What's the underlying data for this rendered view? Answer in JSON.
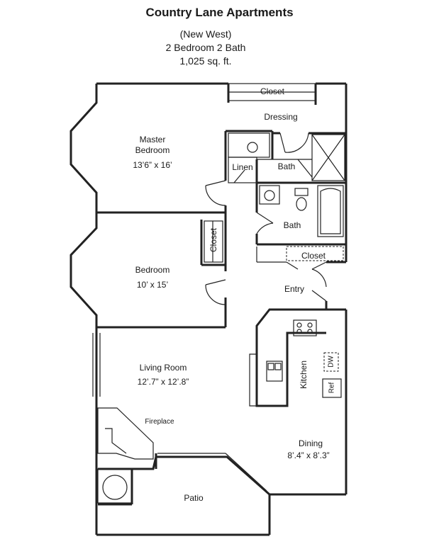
{
  "header": {
    "title": "Country Lane Apartments",
    "model": "(New West)",
    "layout": "2 Bedroom  2 Bath",
    "area": "1,025 sq. ft."
  },
  "rooms": {
    "master_bedroom": {
      "name_line1": "Master",
      "name_line2": "Bedroom",
      "size": "13’6” x 16’"
    },
    "closet_top": "Closet",
    "dressing": "Dressing",
    "bath_top": "Bath",
    "linen": "Linen",
    "bath_mid": "Bath",
    "closet_bedroom": "Closet",
    "bedroom": {
      "name": "Bedroom",
      "size": "10’ x 15’"
    },
    "closet_entry": "Closet",
    "entry": "Entry",
    "living_room": {
      "name": "Living Room",
      "size": "12’.7” x 12’.8”"
    },
    "kitchen": "Kitchen",
    "dishwasher": "DW",
    "refrigerator": "Ref",
    "fireplace": "Fireplace",
    "dining": {
      "name": "Dining",
      "size": "8’.4” x 8’.3”"
    },
    "patio": "Patio"
  },
  "colors": {
    "line": "#222222",
    "background": "#ffffff"
  }
}
